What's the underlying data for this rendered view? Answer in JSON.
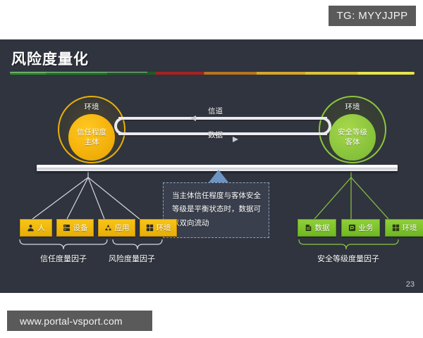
{
  "badge": {
    "text": "TG: MYYJJPP"
  },
  "watermark": {
    "text": "www.portal-vsport.com"
  },
  "slide": {
    "title": "风险度量化",
    "page_number": "23",
    "background_color": "#30343f"
  },
  "diagram": {
    "left_node": {
      "outer_label": "环境",
      "inner_line1": "信任程度",
      "inner_line2": "主体",
      "accent_color": "#f5b30c"
    },
    "right_node": {
      "outer_label": "环境",
      "inner_line1": "安全等级",
      "inner_line2": "客体",
      "accent_color": "#8cc63e"
    },
    "connectors": [
      {
        "label": "信道",
        "direction": "left"
      },
      {
        "label": "数据",
        "direction": "right"
      }
    ],
    "note": {
      "text": "当主体信任程度与客体安全等级是平衡状态时，数据可以双向流动",
      "pointer_color": "#6d94c4",
      "border_style": "dashed"
    },
    "left_factors": [
      {
        "label": "人",
        "icon": "person-icon"
      },
      {
        "label": "设备",
        "icon": "device-icon"
      },
      {
        "label": "应用",
        "icon": "application-icon"
      },
      {
        "label": "环境",
        "icon": "environment-icon"
      }
    ],
    "right_factors": [
      {
        "label": "数据",
        "icon": "data-icon"
      },
      {
        "label": "业务",
        "icon": "business-icon"
      },
      {
        "label": "环境",
        "icon": "environment-icon"
      }
    ],
    "captions": {
      "trust": "信任度量因子",
      "risk": "风险度量因子",
      "security": "安全等级度量因子"
    }
  }
}
